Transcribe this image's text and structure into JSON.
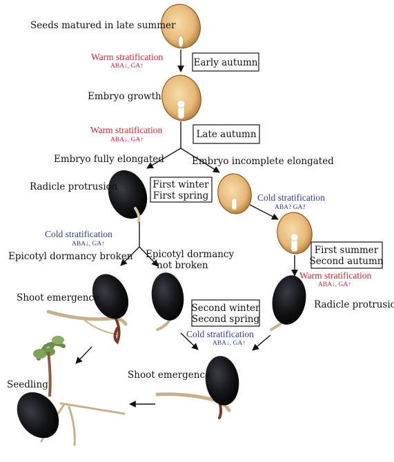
{
  "labels": {
    "seeds_matured": "Seeds matured in late summer",
    "embryo_growth": "Embryo growth",
    "embryo_fully": "Embryo fully elongated",
    "embryo_incomplete": "Embryo incomplete elongated",
    "radicle_protrusion_left": "Radicle protrusion",
    "radicle_protrusion_right": "Radicle protrusion",
    "epicotyl_broken": "Epicotyl dormancy broken",
    "epicotyl_not_broken_1": "Epicotyl dormancy",
    "epicotyl_not_broken_2": "not broken",
    "shoot_emergence_left": "Shoot emergence",
    "shoot_emergence_bottom": "Shoot emergence",
    "seedling": "Seedling"
  },
  "boxes": {
    "early_autumn": "Early autumn",
    "late_autumn": "Late autumn",
    "first_winter": "First winter",
    "first_spring": "First spring",
    "first_summer": "First summer",
    "second_autumn": "Second autumn",
    "second_winter": "Second winter",
    "second_spring": "Second spring"
  },
  "treatments": {
    "warm1": {
      "name": "Warm stratification",
      "hormones": "ABA↓, GA↑"
    },
    "warm2": {
      "name": "Warm stratification",
      "hormones": "ABA↓, GA↑"
    },
    "cold1": {
      "name": "Cold stratification",
      "hormones": "ABA↓, GA↑"
    },
    "cold2": {
      "name": "Cold stratification",
      "hormones": "ABA?  GA?"
    },
    "warm3": {
      "name": "Warm stratification",
      "hormones": "ABA↓, GA↑"
    },
    "cold3": {
      "name": "Cold stratification",
      "hormones": "ABA↓, GA↑"
    }
  },
  "colors": {
    "warm": "#d8262f",
    "cold": "#2b3ea8",
    "seed_tan": "#e8b877",
    "seed_dark": "#15161a"
  }
}
